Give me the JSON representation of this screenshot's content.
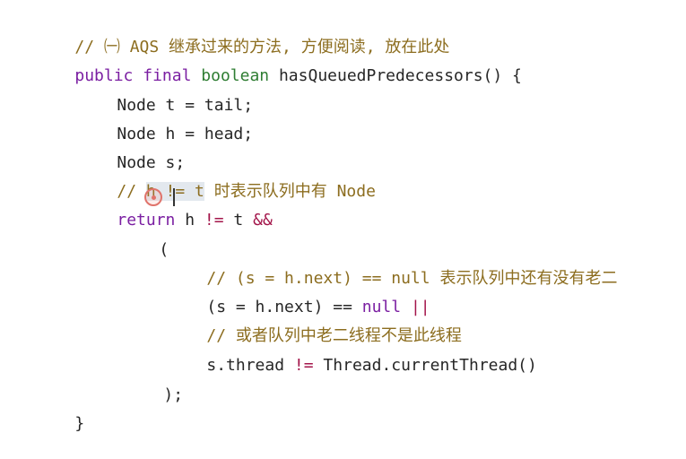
{
  "code": {
    "line1": {
      "comment": "// ㈠ AQS 继承过来的方法, 方便阅读, 放在此处"
    },
    "line2": {
      "kw1": "public",
      "kw2": "final",
      "type": "boolean",
      "rest": "hasQueuedPredecessors() {"
    },
    "line3": {
      "text": "Node t = tail;"
    },
    "line4": {
      "text": "Node h = head;"
    },
    "line5": {
      "text": "Node s;"
    },
    "line6": {
      "prefix": "// ",
      "highlight": "h != t",
      "suffix": " 时表示队列中有 Node"
    },
    "line7": {
      "kw": "return",
      "mid1": " h ",
      "op1": "!=",
      "mid2": " t ",
      "op2": "&&"
    },
    "line8": {
      "text": "("
    },
    "line9": {
      "comment": "// (s = h.next) == null 表示队列中还有没有老二"
    },
    "line10": {
      "pre": "(s = h.next) == ",
      "kw": "null",
      "op": " ||"
    },
    "line11": {
      "comment": "// 或者队列中老二线程不是此线程"
    },
    "line12": {
      "pre": "s.thread ",
      "op": "!=",
      "rest": " Thread.currentThread()"
    },
    "line13": {
      "text": ");"
    },
    "line14": {
      "text": "}"
    }
  }
}
